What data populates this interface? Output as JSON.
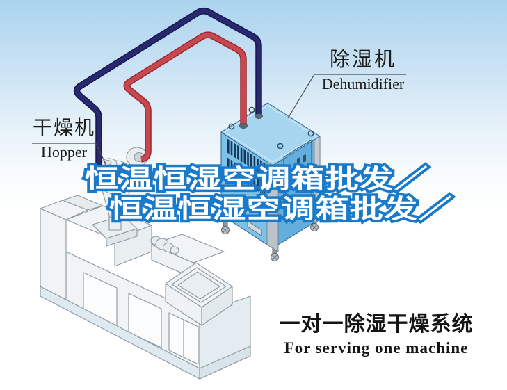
{
  "illustration": {
    "labels": {
      "dehumidifier": {
        "zh": "除湿机",
        "en": "Dehumidifier"
      },
      "hopper": {
        "zh": "干燥机",
        "en": "Hopper"
      }
    },
    "watermark": {
      "line1": "恒温恒湿空调箱批发／",
      "line2": "恒温恒湿空调箱批发／"
    },
    "caption": {
      "zh": "一对一除湿干燥系统",
      "en": "For serving one machine"
    }
  },
  "colors": {
    "sky_top": "#aad4ee",
    "pipe_hot": "#c8484f",
    "pipe_hot_edge": "#9c262d",
    "pipe_cold": "#28286f",
    "pipe_cold_edge": "#171650",
    "dh_left": "#7cc1e8",
    "dh_right": "#63aedd",
    "dh_top": "#a6d5f0",
    "louver": "#16375c",
    "machine_fill": "#f1f4f6",
    "machine_stroke": "#8d969e",
    "skirt": "#dfeaf0",
    "watermark_stroke": "#1a7ac9",
    "watermark_shadow": "#14589a",
    "watermark_fill": "#ffffff",
    "label_text": "#1c1c1a",
    "caption_text": "#141412",
    "leader": "#4a4a4a"
  }
}
